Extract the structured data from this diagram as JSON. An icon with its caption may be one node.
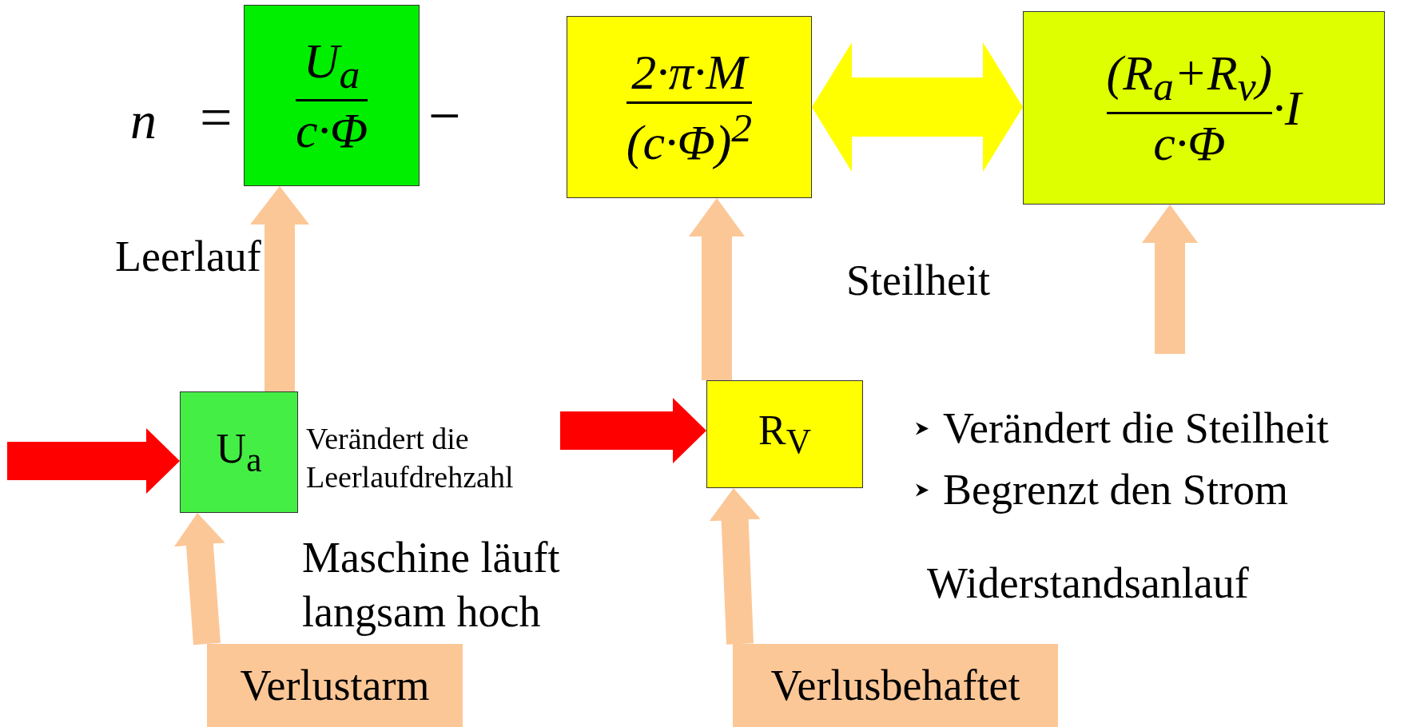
{
  "diagram": {
    "nodes": [
      {
        "text": [
          "U$_{a}$",
          "c·Φ"
        ]
      },
      {
        "text": [
          "2·π·M",
          "(c·Φ)$^{2}$"
        ]
      },
      {
        "text": [
          "(R$_{a}$+R$_{v}$)",
          "c·Φ",
          "·I"
        ]
      },
      {
        "text": [
          "U$_{a}$"
        ]
      },
      {
        "text": [
          "R$_{V}$"
        ]
      },
      {
        "text": [
          "Verlustarm"
        ]
      },
      {
        "text": [
          "Verlusbehaftet"
        ]
      }
    ],
    "edges": [
      {
        "from": 3,
        "to": 0,
        "arrow": "to"
      },
      {
        "from": 1,
        "to": 2,
        "arrow": "both",
        "color": "#ffff00"
      },
      {
        "from": 4,
        "to": 1,
        "arrow": "to"
      },
      {
        "from": null,
        "to": 2,
        "arrow": "to"
      },
      {
        "from": null,
        "to": 3,
        "arrow": "to",
        "color": "#ff0000"
      },
      {
        "from": null,
        "to": 4,
        "arrow": "to",
        "color": "#ff0000"
      },
      {
        "from": 5,
        "to": 3,
        "arrow": "to"
      },
      {
        "from": 6,
        "to": 4,
        "arrow": "to"
      }
    ],
    "labels": [
      "n",
      "=",
      "−",
      "Leerlauf",
      "Steilheit",
      "Verändert die Leerlaufdrehzahl",
      "Verändert die Steilheit",
      "Begrenzt den Strom",
      "Maschine läuft langsam hoch",
      "Widerstandsanlauf"
    ]
  }
}
